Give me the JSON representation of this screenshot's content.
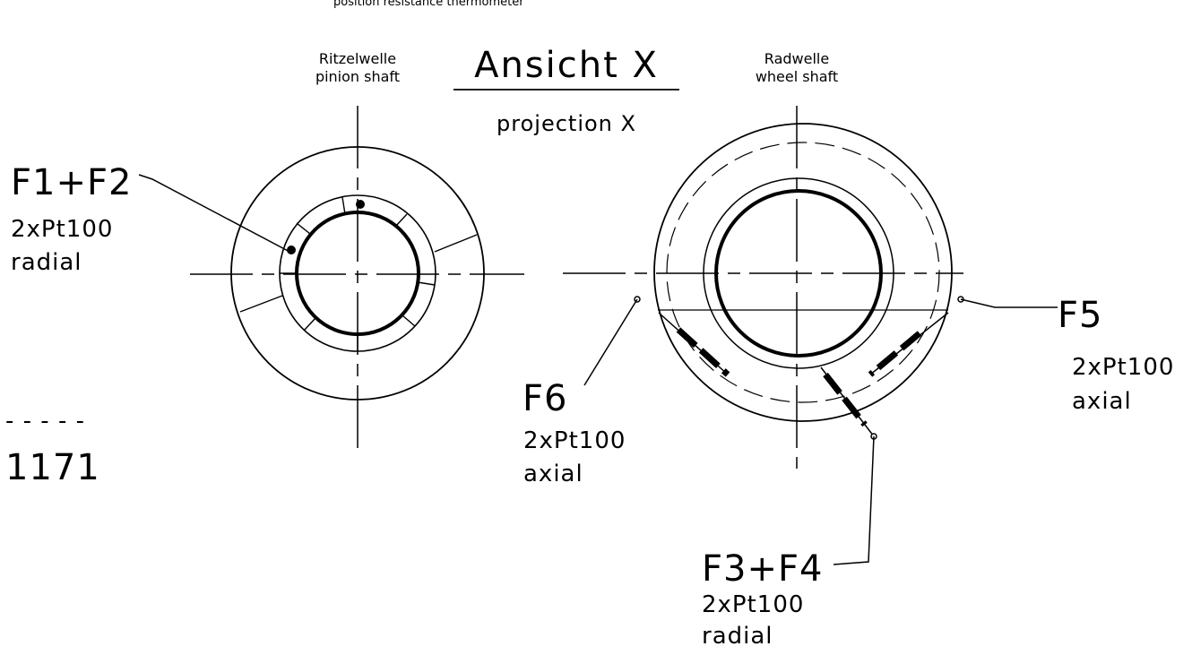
{
  "header_fragment": "position resistance thermometer",
  "title": "Ansicht X",
  "subtitle": "projection X",
  "pinion_label": {
    "de": "Ritzelwelle",
    "en": "pinion shaft"
  },
  "wheel_label": {
    "de": "Radwelle",
    "en": "wheel shaft"
  },
  "sensors": {
    "f1f2": {
      "id": "F1+F2",
      "type": "2xPt100",
      "orientation": "radial"
    },
    "f3f4": {
      "id": "F3+F4",
      "type": "2xPt100",
      "orientation": "radial"
    },
    "f5": {
      "id": "F5",
      "type": "2xPt100",
      "orientation": "axial"
    },
    "f6": {
      "id": "F6",
      "type": "2xPt100",
      "orientation": "axial"
    }
  },
  "drawing_number": {
    "dashes": "- - - - -",
    "number": "1171"
  }
}
